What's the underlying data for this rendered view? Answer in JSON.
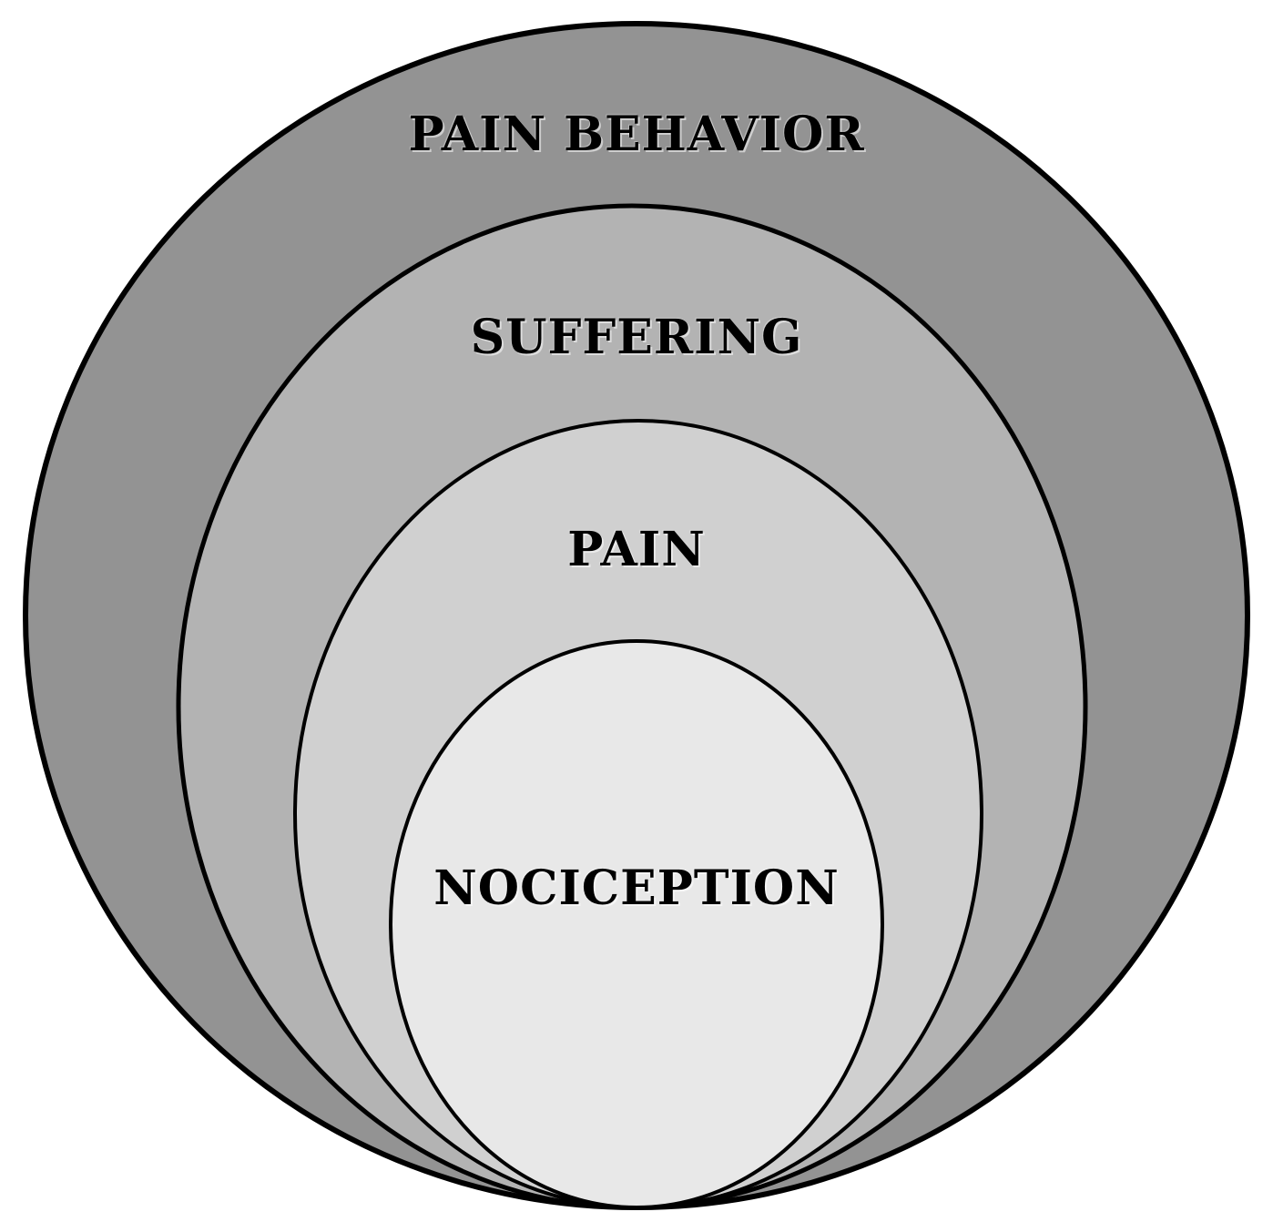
{
  "diagram": {
    "rings": [
      {
        "id": "pain-behavior",
        "label": "PAIN BEHAVIOR",
        "fill": "#939393"
      },
      {
        "id": "suffering",
        "label": "SUFFERING",
        "fill": "#b3b3b3"
      },
      {
        "id": "pain",
        "label": "PAIN",
        "fill": "#d0d0d0"
      },
      {
        "id": "nociception",
        "label": "NOCICEPTION",
        "fill": "#e8e8e8"
      }
    ],
    "stroke": "#000000"
  }
}
